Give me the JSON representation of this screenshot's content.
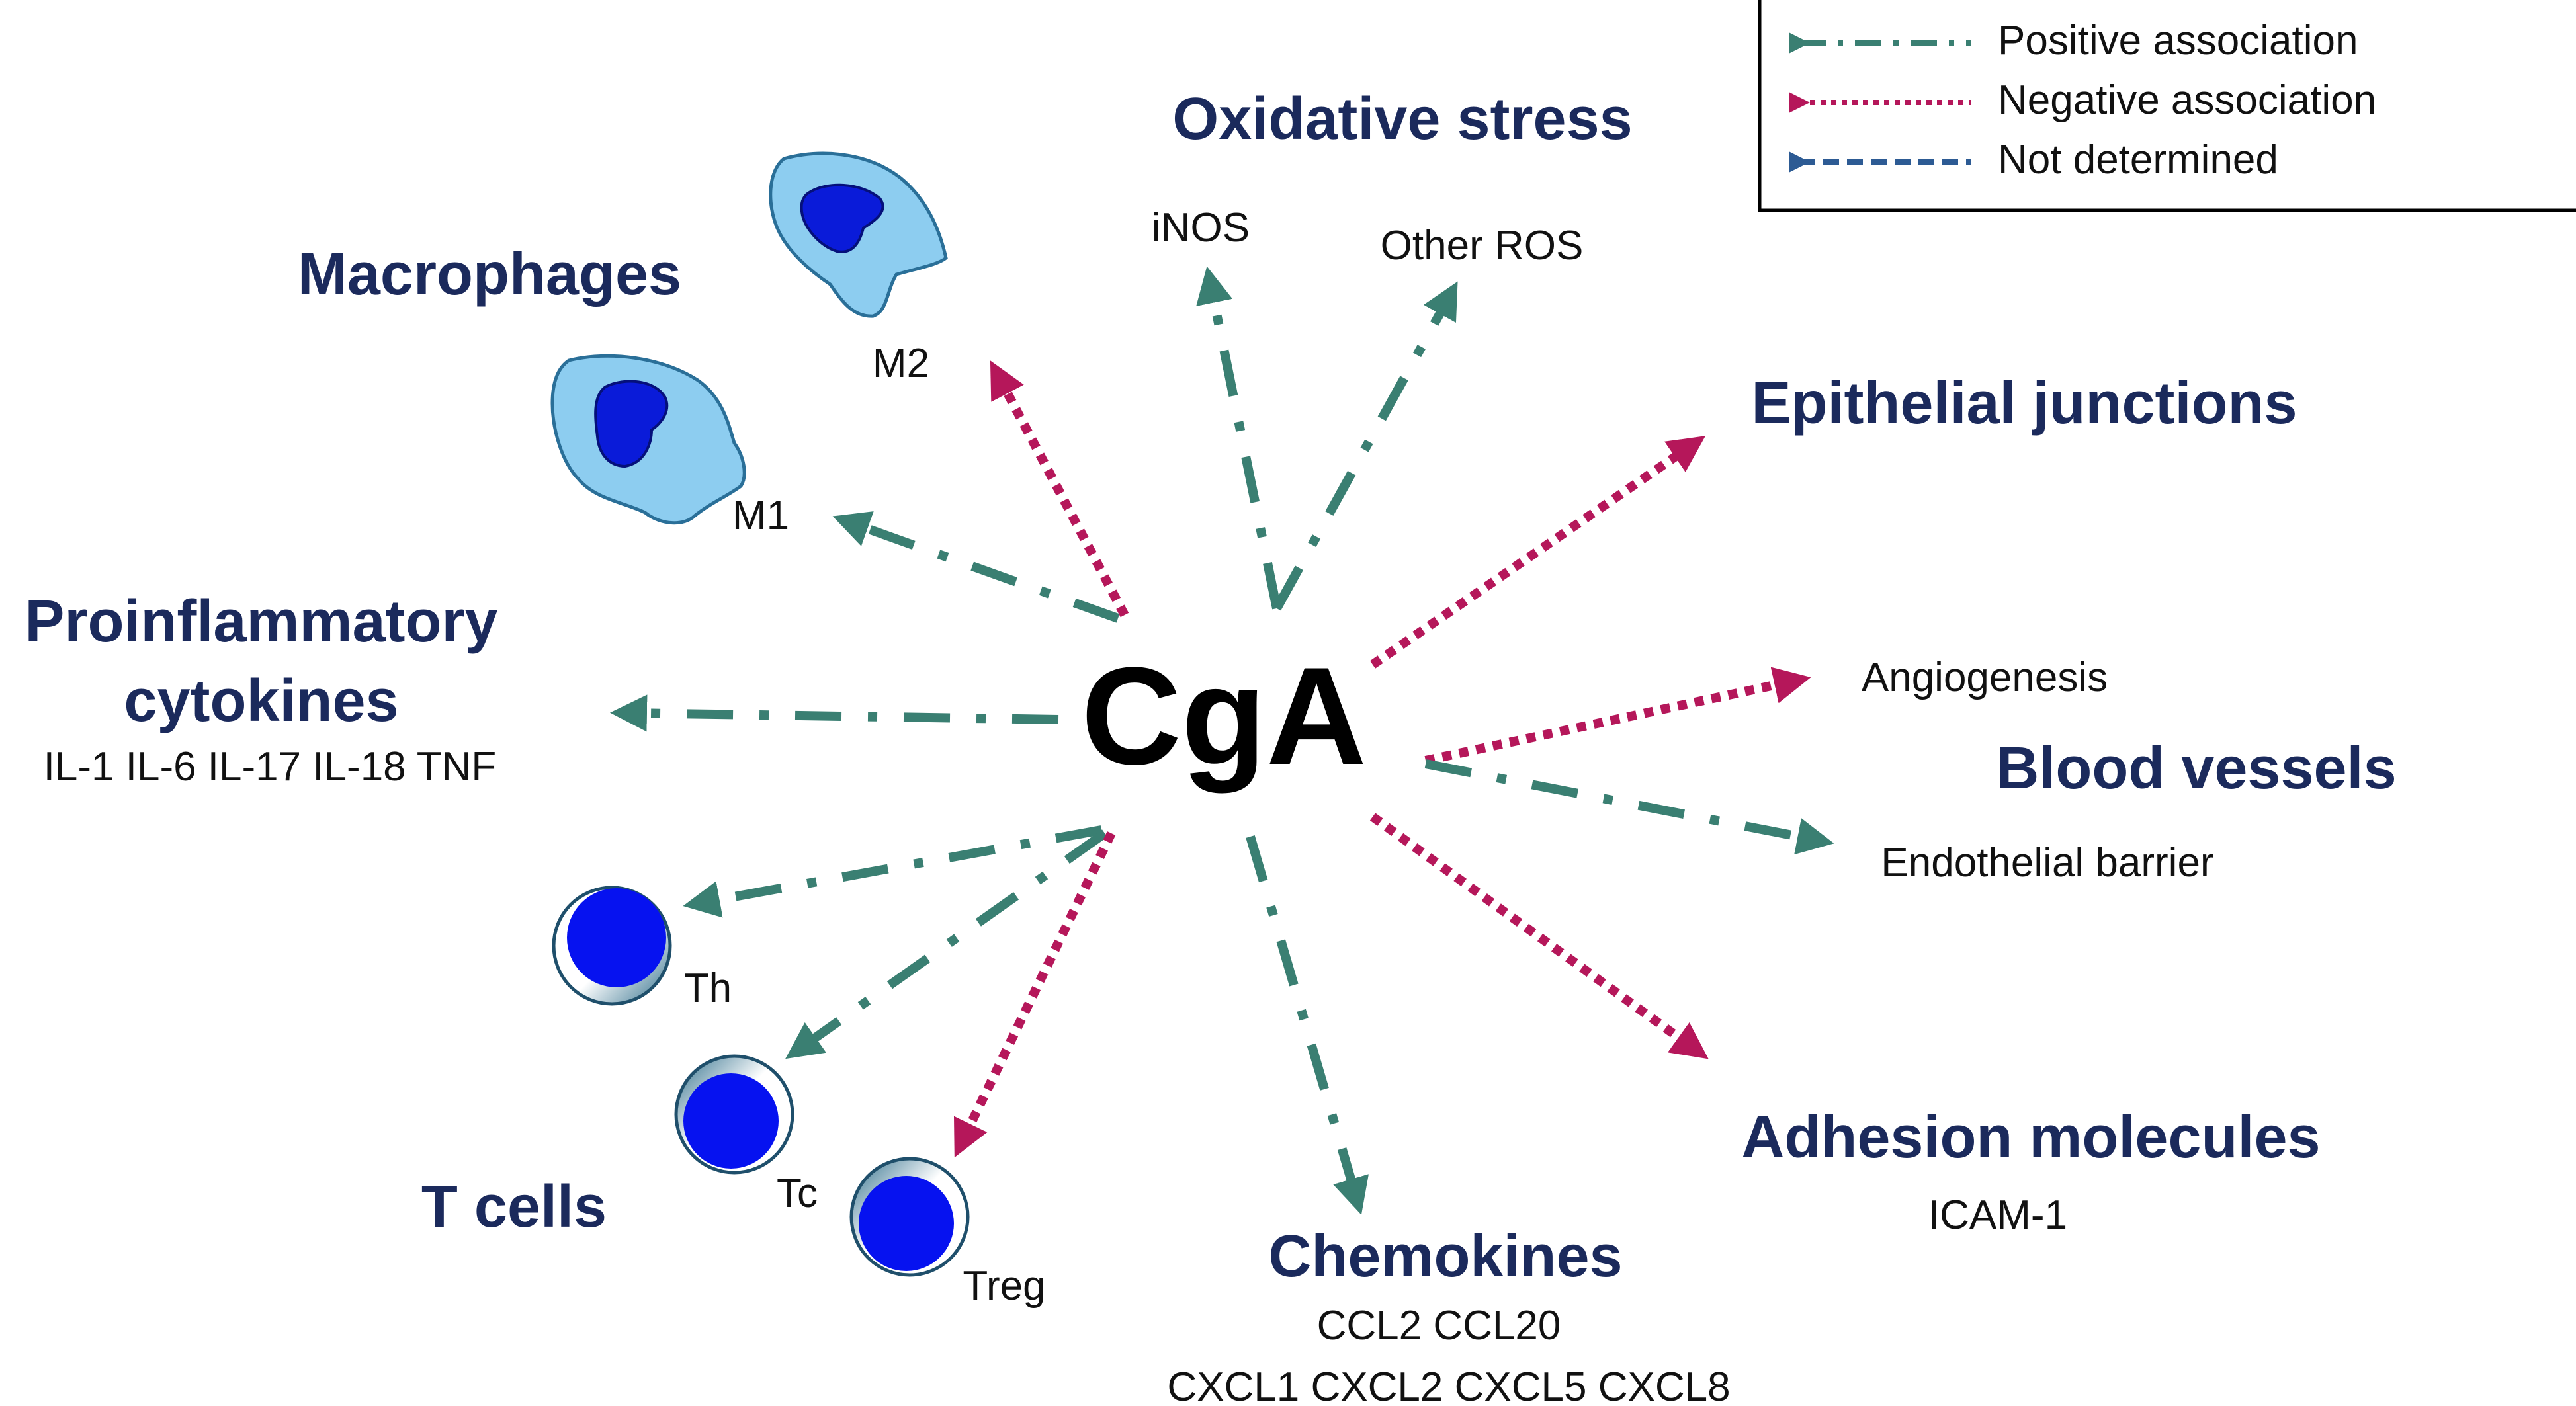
{
  "center_label": "CgA",
  "legend": {
    "positive": "Positive association",
    "negative": "Negative association",
    "not_determined": "Not determined"
  },
  "colors": {
    "positive": "#3a7f72",
    "negative": "#b5175a",
    "not_determined": "#2d5b94",
    "heading": "#1b2a5c",
    "cell_light": "#8dcdf0",
    "cell_nucleus": "#0a1bd9"
  },
  "headings": {
    "oxidative_stress": "Oxidative stress",
    "macrophages": "Macrophages",
    "epithelial_junctions": "Epithelial junctions",
    "proinflammatory_line1": "Proinflammatory",
    "proinflammatory_line2": "cytokines",
    "blood_vessels": "Blood vessels",
    "adhesion_molecules": "Adhesion molecules",
    "chemokines": "Chemokines",
    "t_cells": "T cells"
  },
  "labels": {
    "inos": "iNOS",
    "other_ros": "Other ROS",
    "m2": "M2",
    "m1": "M1",
    "angiogenesis": "Angiogenesis",
    "endothelial_barrier": "Endothelial barrier",
    "cytokine_list": "IL-1 IL-6 IL-17 IL-18 TNF",
    "icam": "ICAM-1",
    "chemokine_line1": "CCL2 CCL20",
    "chemokine_line2": "CXCL1 CXCL2 CXCL5 CXCL8",
    "th": "Th",
    "tc": "Tc",
    "treg": "Treg"
  },
  "associations": [
    {
      "target": "iNOS",
      "type": "positive"
    },
    {
      "target": "Other ROS",
      "type": "positive"
    },
    {
      "target": "M2",
      "type": "negative"
    },
    {
      "target": "M1",
      "type": "positive"
    },
    {
      "target": "Epithelial junctions",
      "type": "negative"
    },
    {
      "target": "Proinflammatory cytokines",
      "type": "positive"
    },
    {
      "target": "Angiogenesis",
      "type": "negative"
    },
    {
      "target": "Endothelial barrier",
      "type": "positive"
    },
    {
      "target": "Adhesion molecules",
      "type": "negative"
    },
    {
      "target": "Chemokines",
      "type": "positive"
    },
    {
      "target": "Th",
      "type": "positive"
    },
    {
      "target": "Tc",
      "type": "positive"
    },
    {
      "target": "Treg",
      "type": "negative"
    }
  ]
}
